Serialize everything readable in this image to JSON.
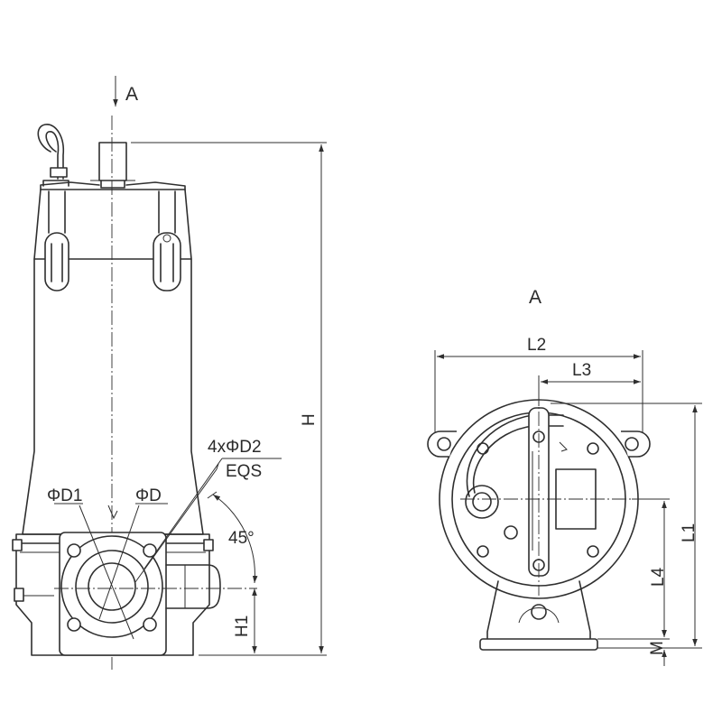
{
  "labels": {
    "view_arrow": "A",
    "view_title": "A",
    "d1": "ΦD1",
    "d": "ΦD",
    "d2": "4xΦD2",
    "eqs": "EQS",
    "angle": "45°",
    "h": "H",
    "h1": "H1",
    "l1": "L1",
    "l2": "L2",
    "l3": "L3",
    "l4": "L4",
    "m": "M"
  }
}
